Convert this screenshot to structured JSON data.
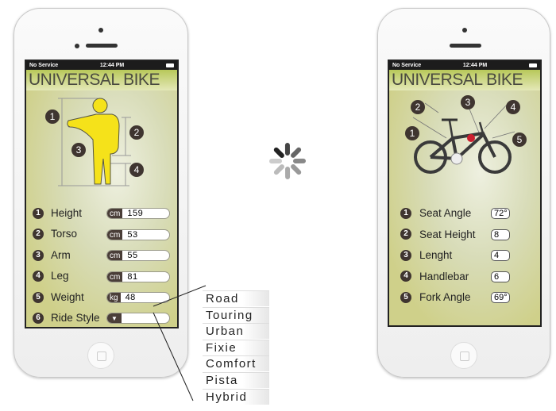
{
  "status": {
    "carrier": "No Service",
    "time": "12:44 PM"
  },
  "app_title": "UNIVERSAL BIKE",
  "left": {
    "figure_markers": [
      "1",
      "2",
      "3",
      "4"
    ],
    "rows": [
      {
        "n": "1",
        "label": "Height",
        "unit": "cm",
        "value": "159"
      },
      {
        "n": "2",
        "label": "Torso",
        "unit": "cm",
        "value": "53"
      },
      {
        "n": "3",
        "label": "Arm",
        "unit": "cm",
        "value": "55"
      },
      {
        "n": "4",
        "label": "Leg",
        "unit": "cm",
        "value": "81"
      },
      {
        "n": "5",
        "label": "Weight",
        "unit": "kg",
        "value": "48"
      }
    ],
    "ride_style": {
      "n": "6",
      "label": "Ride Style",
      "value": ""
    }
  },
  "ride_style_options": [
    "Road",
    "Touring",
    "Urban",
    "Fixie",
    "Comfort",
    "Pista",
    "Hybrid"
  ],
  "right": {
    "bike_markers": [
      "1",
      "2",
      "3",
      "4",
      "5"
    ],
    "rows": [
      {
        "n": "1",
        "label": "Seat Angle",
        "value": "72°"
      },
      {
        "n": "2",
        "label": "Seat Height",
        "value": "8"
      },
      {
        "n": "3",
        "label": "Lenght",
        "value": "4"
      },
      {
        "n": "4",
        "label": "Handlebar",
        "value": "6"
      },
      {
        "n": "5",
        "label": "Fork Angle",
        "value": "69°"
      }
    ]
  },
  "colors": {
    "figure": "#f5e21a",
    "badge": "#3f3530",
    "accent": "#cc2030"
  }
}
